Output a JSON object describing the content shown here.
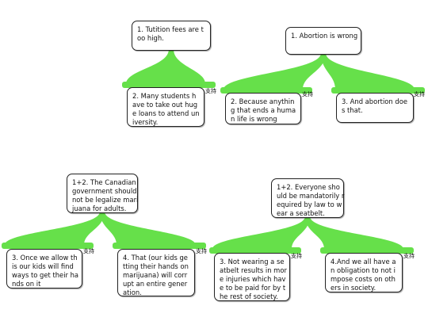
{
  "colors": {
    "connector": "#66e04a",
    "node_border": "#222222"
  },
  "support_tag": "支持",
  "maps": [
    {
      "claim": "1. Tutition fees are t\noo high.",
      "reasons": [
        "2. Many students h\nave to take out hug\ne loans to attend un\niversity."
      ]
    },
    {
      "claim": "1. Abortion is wrong",
      "reasons": [
        "2. Because anythin\ng that ends a huma\nn life is wrong",
        "3. And abortion doe\ns that."
      ]
    },
    {
      "claim": "1+2. The Canadian\ngovernment should\nnot be legalize mari\njuana for adults.",
      "reasons": [
        "3. Once we allow th\nis our kids will find\nways to get their ha\nnds on it",
        "4. That (our kids ge\ntting their hands on\nmarijuana) will corr\nupt an entire gener\nation."
      ]
    },
    {
      "claim": "1+2. Everyone sho\nuld be mandatorily r\nequired by law to w\near a seatbelt.",
      "reasons": [
        "3. Not wearing a se\natbelt results in mor\ne injuries which hav\ne to be paid for by t\nhe rest of society.",
        "4.And we all have a\nn obligation to not i\nmpose costs on oth\ners in society."
      ]
    }
  ]
}
